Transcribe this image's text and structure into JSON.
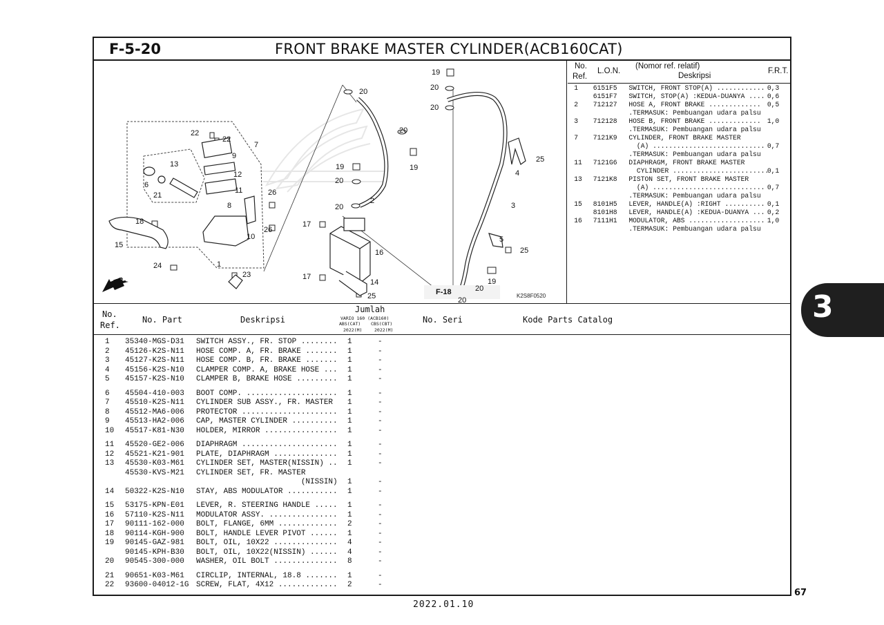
{
  "header": {
    "code": "F-5-20",
    "title": "FRONT BRAKE MASTER CYLINDER(ACB160CAT)"
  },
  "ref_table": {
    "headers": {
      "no": "No.",
      "ref": "Ref.",
      "lon": "L.O.N.",
      "desc_top": "(Nomor ref. relatif)",
      "desc": "Deskripsi",
      "frt": "F.R.T."
    },
    "rows": [
      {
        "ref": "1",
        "lon": "6151F5",
        "desc": "SWITCH, FRONT STOP(A) ............",
        "frt": "0,3"
      },
      {
        "ref": "",
        "lon": "6151F7",
        "desc": "SWITCH, STOP(A) :KEDUA-DUANYA ....",
        "frt": "0,6"
      },
      {
        "ref": "2",
        "lon": "712127",
        "desc": "HOSE A, FRONT BRAKE .............",
        "frt": "0,5"
      },
      {
        "ref": "",
        "lon": "",
        "desc": ".TERMASUK: Pembuangan udara palsu",
        "frt": ""
      },
      {
        "ref": "3",
        "lon": "712128",
        "desc": "HOSE B, FRONT BRAKE .............",
        "frt": "1,0"
      },
      {
        "ref": "",
        "lon": "",
        "desc": ".TERMASUK: Pembuangan udara palsu",
        "frt": ""
      },
      {
        "ref": "7",
        "lon": "7121K9",
        "desc": "CYLINDER, FRONT BRAKE MASTER",
        "frt": ""
      },
      {
        "ref": "",
        "lon": "",
        "desc": "  (A) ............................",
        "frt": "0,7"
      },
      {
        "ref": "",
        "lon": "",
        "desc": ".TERMASUK: Pembuangan udara palsu",
        "frt": ""
      },
      {
        "ref": "11",
        "lon": "7121G6",
        "desc": "DIAPHRAGM, FRONT BRAKE MASTER",
        "frt": ""
      },
      {
        "ref": "",
        "lon": "",
        "desc": "  CYLINDER ........................",
        "frt": "0,1"
      },
      {
        "ref": "13",
        "lon": "7121K8",
        "desc": "PISTON SET, FRONT BRAKE MASTER",
        "frt": ""
      },
      {
        "ref": "",
        "lon": "",
        "desc": "  (A) ............................",
        "frt": "0,7"
      },
      {
        "ref": "",
        "lon": "",
        "desc": ".TERMASUK: Pembuangan udara palsu",
        "frt": ""
      },
      {
        "ref": "15",
        "lon": "8101H5",
        "desc": "LEVER, HANDLE(A) :RIGHT ..........",
        "frt": "0,1"
      },
      {
        "ref": "",
        "lon": "8101H8",
        "desc": "LEVER, HANDLE(A) :KEDUA-DUANYA ...",
        "frt": "0,2"
      },
      {
        "ref": "16",
        "lon": "7111H1",
        "desc": "MODULATOR, ABS ...................",
        "frt": "1,0"
      },
      {
        "ref": "",
        "lon": "",
        "desc": ".TERMASUK: Pembuangan udara palsu",
        "frt": ""
      }
    ]
  },
  "diagram": {
    "labels": [
      "19",
      "20",
      "20",
      "20",
      "20",
      "19",
      "19",
      "20",
      "20",
      "2",
      "3",
      "4",
      "25",
      "5",
      "25",
      "17",
      "16",
      "17",
      "14",
      "25",
      "22",
      "22",
      "9",
      "7",
      "13",
      "12",
      "6",
      "21",
      "11",
      "26",
      "8",
      "26",
      "10",
      "18",
      "15",
      "1",
      "23",
      "24"
    ],
    "fr_text": "FR.",
    "f_ref": "F-18",
    "f_ref_nums": [
      "20",
      "20",
      "19"
    ],
    "image_code": "K2S8F0520"
  },
  "parts_header": {
    "no": "No.",
    "ref": "Ref.",
    "part": "No. Part",
    "desc": "Deskripsi",
    "qty": "Jumlah",
    "qty_sub1": "VARIO 160 (ACB160)",
    "qty_sub2a": "ABS(CAT)",
    "qty_sub2b": "CBS(CBT)",
    "qty_sub3a": "2022(M)",
    "qty_sub3b": "2022(M)",
    "serial": "No. Seri",
    "catalog": "Kode Parts Catalog"
  },
  "parts": [
    {
      "ref": "1",
      "part": "35340-MGS-D31",
      "desc": "SWITCH ASSY., FR. STOP ........",
      "q1": "1",
      "q2": "-"
    },
    {
      "ref": "2",
      "part": "45126-K2S-N11",
      "desc": "HOSE COMP. A, FR. BRAKE .......",
      "q1": "1",
      "q2": "-"
    },
    {
      "ref": "3",
      "part": "45127-K2S-N11",
      "desc": "HOSE COMP. B, FR. BRAKE .......",
      "q1": "1",
      "q2": "-"
    },
    {
      "ref": "4",
      "part": "45156-K2S-N10",
      "desc": "CLAMPER COMP. A, BRAKE HOSE ...",
      "q1": "1",
      "q2": "-"
    },
    {
      "ref": "5",
      "part": "45157-K2S-N10",
      "desc": "CLAMPER B, BRAKE HOSE .........",
      "q1": "1",
      "q2": "-"
    },
    {
      "ref": "6",
      "part": "45504-410-003",
      "desc": "BOOT COMP. ....................",
      "q1": "1",
      "q2": "-"
    },
    {
      "ref": "7",
      "part": "45510-K2S-N11",
      "desc": "CYLINDER SUB ASSY., FR. MASTER",
      "q1": "1",
      "q2": "-"
    },
    {
      "ref": "8",
      "part": "45512-MA6-006",
      "desc": "PROTECTOR .....................",
      "q1": "1",
      "q2": "-"
    },
    {
      "ref": "9",
      "part": "45513-HA2-006",
      "desc": "CAP, MASTER CYLINDER ..........",
      "q1": "1",
      "q2": "-"
    },
    {
      "ref": "10",
      "part": "45517-K81-N30",
      "desc": "HOLDER, MIRROR ................",
      "q1": "1",
      "q2": "-"
    },
    {
      "ref": "11",
      "part": "45520-GE2-006",
      "desc": "DIAPHRAGM .....................",
      "q1": "1",
      "q2": "-"
    },
    {
      "ref": "12",
      "part": "45521-K21-901",
      "desc": "PLATE, DIAPHRAGM ..............",
      "q1": "1",
      "q2": "-"
    },
    {
      "ref": "13",
      "part": "45530-K03-M61",
      "desc": "CYLINDER SET, MASTER(NISSIN) ..",
      "q1": "1",
      "q2": "-"
    },
    {
      "ref": "",
      "part": "45530-KVS-M21",
      "desc": "CYLINDER SET, FR. MASTER",
      "q1": "",
      "q2": ""
    },
    {
      "ref": "",
      "part": "",
      "desc": "                       (NISSIN)",
      "q1": "1",
      "q2": "-"
    },
    {
      "ref": "14",
      "part": "50322-K2S-N10",
      "desc": "STAY, ABS MODULATOR ...........",
      "q1": "1",
      "q2": "-"
    },
    {
      "ref": "15",
      "part": "53175-KPN-E01",
      "desc": "LEVER, R. STEERING HANDLE .....",
      "q1": "1",
      "q2": "-"
    },
    {
      "ref": "16",
      "part": "57110-K2S-N11",
      "desc": "MODULATOR ASSY. ...............",
      "q1": "1",
      "q2": "-"
    },
    {
      "ref": "17",
      "part": "90111-162-000",
      "desc": "BOLT, FLANGE, 6MM .............",
      "q1": "2",
      "q2": "-"
    },
    {
      "ref": "18",
      "part": "90114-KGH-900",
      "desc": "BOLT, HANDLE LEVER PIVOT ......",
      "q1": "1",
      "q2": "-"
    },
    {
      "ref": "19",
      "part": "90145-GAZ-981",
      "desc": "BOLT, OIL, 10X22 ..............",
      "q1": "4",
      "q2": "-"
    },
    {
      "ref": "",
      "part": "90145-KPH-B30",
      "desc": "BOLT, OIL, 10X22(NISSIN) ......",
      "q1": "4",
      "q2": "-"
    },
    {
      "ref": "20",
      "part": "90545-300-000",
      "desc": "WASHER, OIL BOLT ..............",
      "q1": "8",
      "q2": "-"
    },
    {
      "ref": "21",
      "part": "90651-K03-M61",
      "desc": "CIRCLIP, INTERNAL, 18.8 .......",
      "q1": "1",
      "q2": "-"
    },
    {
      "ref": "22",
      "part": "93600-04012-1G",
      "desc": "SCREW, FLAT, 4X12 .............",
      "q1": "2",
      "q2": "-"
    }
  ],
  "section_tab": "3",
  "page_number": "67",
  "date": "2022.01.10"
}
